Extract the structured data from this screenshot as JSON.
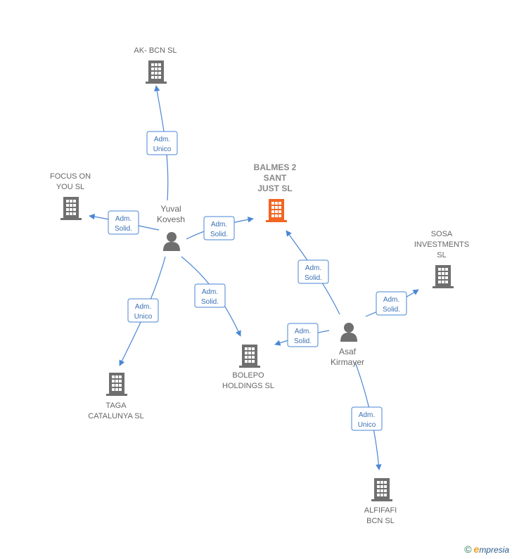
{
  "companies": {
    "ak_bcn": {
      "lines": [
        "AK- BCN SL"
      ]
    },
    "focus_on_you": {
      "lines": [
        "FOCUS ON",
        "YOU  SL"
      ]
    },
    "balmes": {
      "lines": [
        "BALMES 2",
        "SANT",
        "JUST  SL"
      ]
    },
    "sosa": {
      "lines": [
        "SOSA",
        "INVESTMENTS",
        "SL"
      ]
    },
    "bolepo": {
      "lines": [
        "BOLEPO",
        "HOLDINGS  SL"
      ]
    },
    "taga": {
      "lines": [
        "TAGA",
        "CATALUNYA  SL"
      ]
    },
    "alfifafi": {
      "lines": [
        "ALFIFAFI",
        "BCN SL"
      ]
    }
  },
  "persons": {
    "yuval": {
      "lines": [
        "Yuval",
        "Kovesh"
      ]
    },
    "asaf": {
      "lines": [
        "Asaf",
        "Kirmayer"
      ]
    }
  },
  "roles": {
    "adm_unico": [
      "Adm.",
      "Unico"
    ],
    "adm_solid": [
      "Adm.",
      "Solid."
    ]
  },
  "colors": {
    "edge": "#4a86d4",
    "building": "#6f6f6f",
    "building_focus": "#f26522",
    "person": "#6f6f6f"
  },
  "brand": {
    "symbol": "©",
    "initial": "e",
    "rest": "mpresia"
  }
}
